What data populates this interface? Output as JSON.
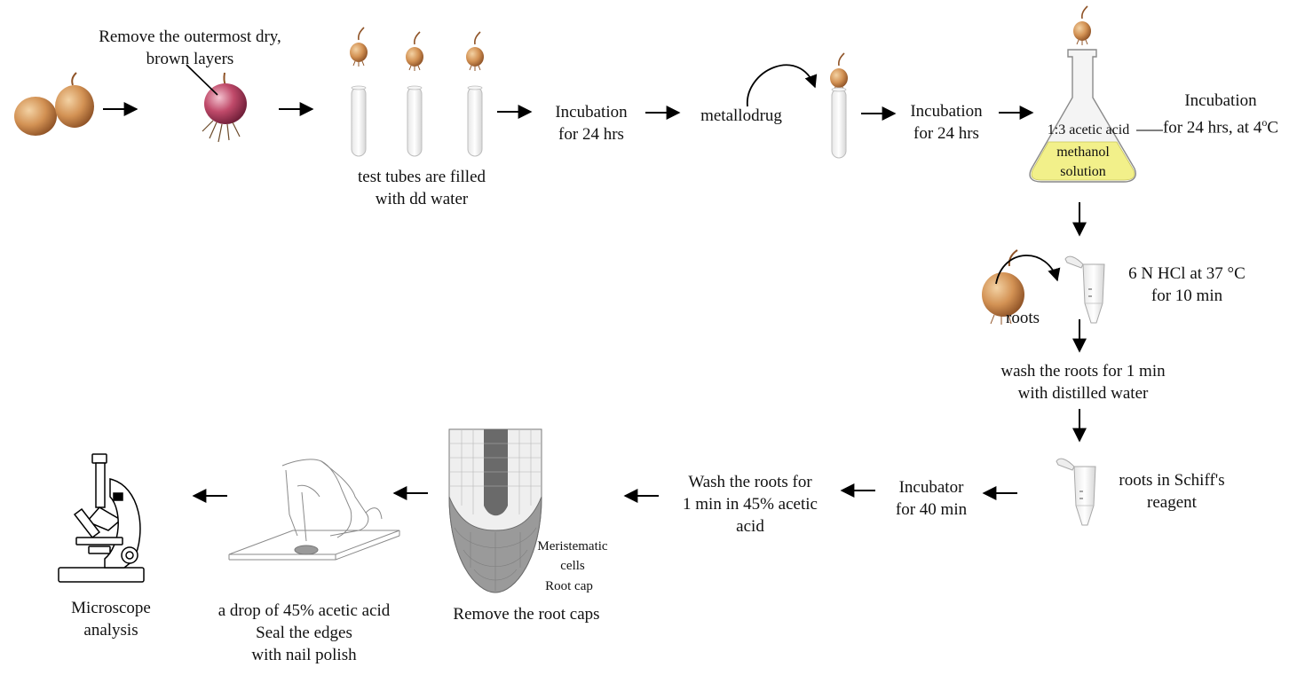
{
  "steps": {
    "remove_layers": [
      "Remove the outermost dry,",
      "brown layers"
    ],
    "test_tubes": [
      "test tubes are filled",
      "with dd water"
    ],
    "incubation1": [
      "Incubation",
      "for 24 hrs"
    ],
    "metallodrug": "metallodrug",
    "incubation2": [
      "Incubation",
      "for 24 hrs"
    ],
    "flask_acid": "1:3 acetic acid",
    "flask_methanol": [
      "methanol",
      "solution"
    ],
    "incubation3_line1": "Incubation",
    "incubation3_line2_a": "for 24 hrs, at 4",
    "incubation3_sup": "o",
    "incubation3_line2_b": "C",
    "hcl": [
      "6 N HCl at 37 °C",
      "for 10 min"
    ],
    "roots": "roots",
    "wash_water": [
      "wash the roots for 1 min",
      "with distilled water"
    ],
    "schiff": [
      "roots in Schiff's",
      "reagent"
    ],
    "incubator": [
      "Incubator",
      "for 40 min"
    ],
    "wash_acid": [
      "Wash the roots for",
      "1 min in 45% acetic",
      "acid"
    ],
    "meristematic": [
      "Meristematic",
      "cells"
    ],
    "root_cap": "Root cap",
    "remove_caps": "Remove the root caps",
    "acetic_drop": [
      "a drop of 45% acetic acid",
      "Seal the edges",
      "with nail polish"
    ],
    "microscope": [
      "Microscope",
      "analysis"
    ]
  },
  "colors": {
    "onion_skin": "#c98a4f",
    "onion_shadow": "#8f5327",
    "red_onion": "#b2405e",
    "flask_liquid": "#f2f08a",
    "root_cells": "#9a9a9a",
    "meristem_core": "#6a6a6a",
    "arrow": "#000000"
  },
  "icons": [
    "onion-icon",
    "red-onion-icon",
    "test-tube-icon",
    "flask-icon",
    "eppendorf-icon",
    "root-tip-icon",
    "microscope-slide-icon",
    "microscope-icon"
  ]
}
